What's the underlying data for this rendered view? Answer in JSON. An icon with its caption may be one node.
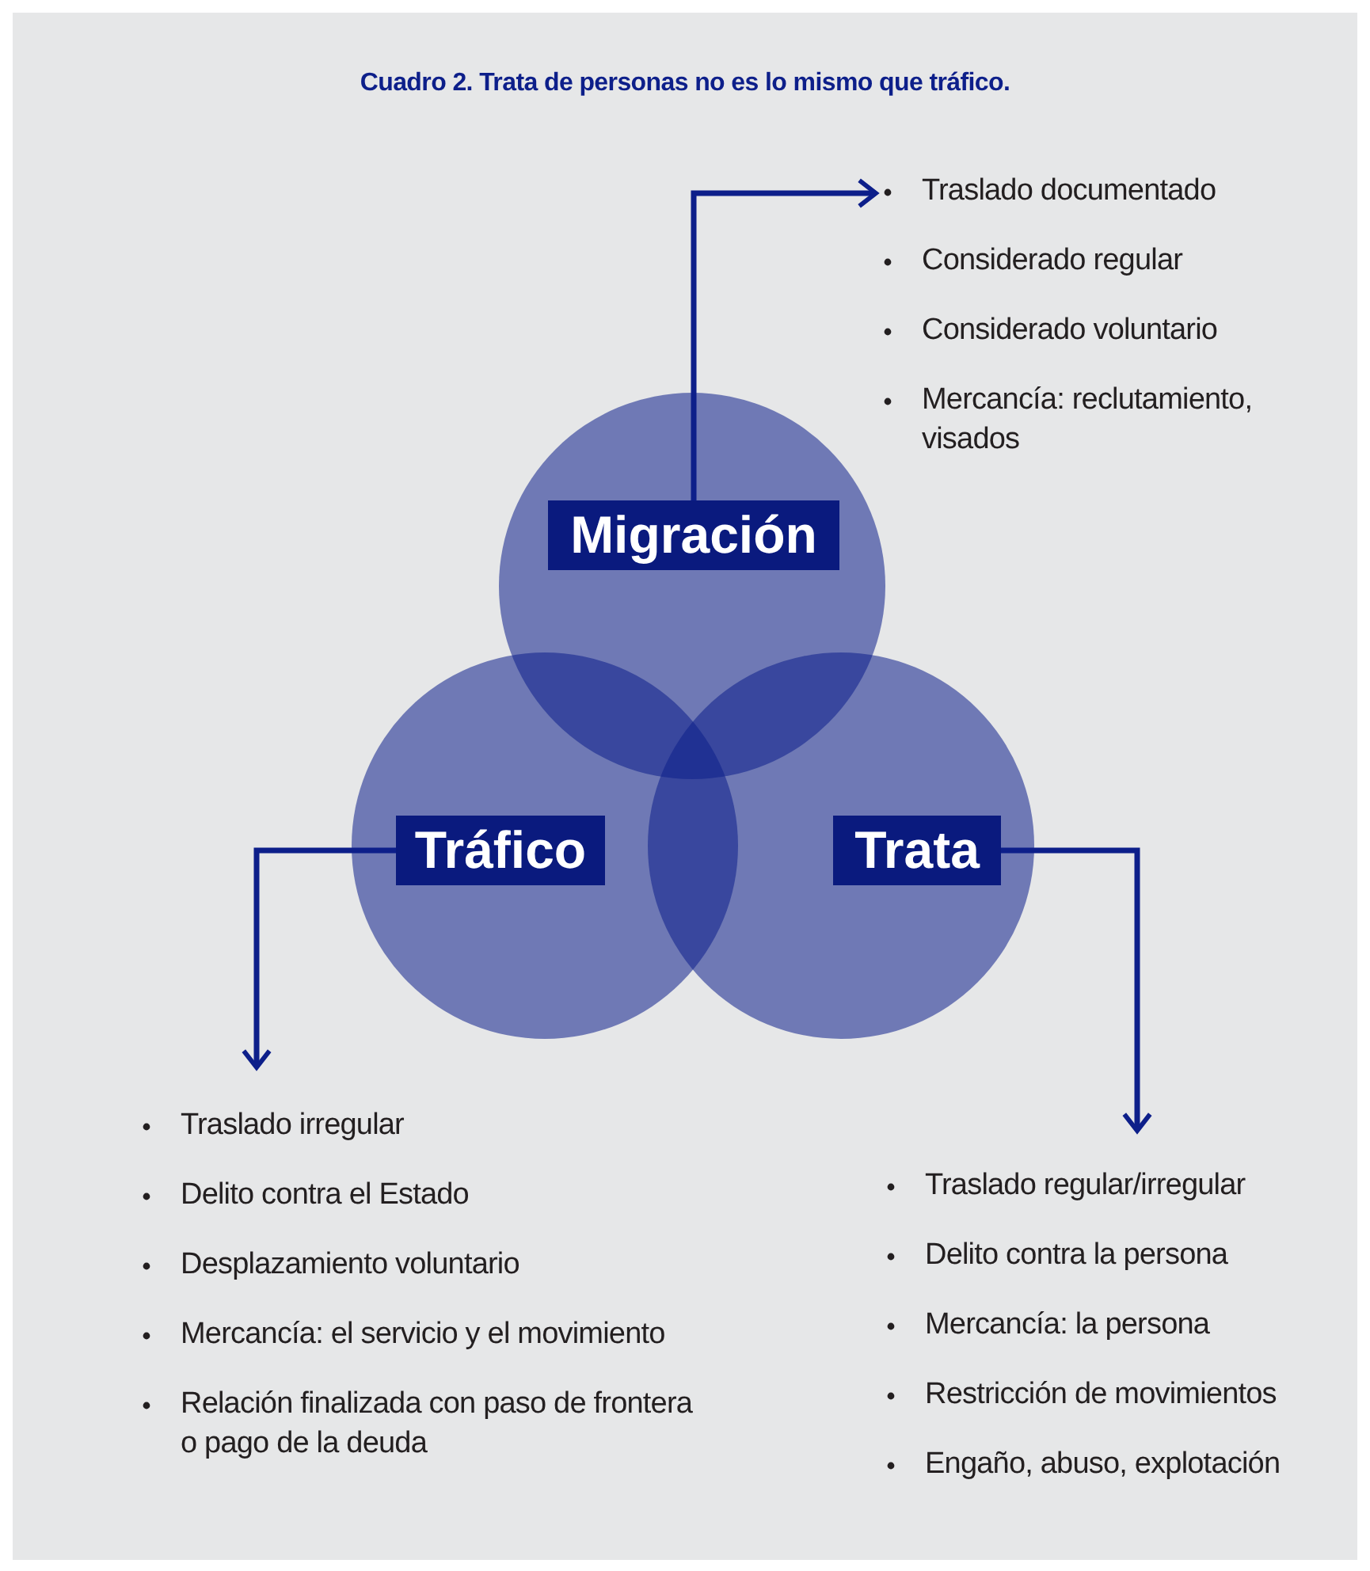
{
  "diagram": {
    "title": "Cuadro 2. Trata de personas no es lo mismo que tráfico.",
    "nodes": [
      {
        "text": [
          "Migración"
        ]
      },
      {
        "text": [
          "Tráfico"
        ]
      },
      {
        "text": [
          "Trata"
        ]
      },
      {
        "text": [
          "Traslado documentado",
          "Considerado regular",
          "Considerado voluntario",
          "Mercancía: reclutamiento, visados"
        ]
      },
      {
        "text": [
          "Traslado irregular",
          "Delito contra el Estado",
          "Desplazamiento voluntario",
          "Mercancía: el servicio y el movimiento",
          "Relación finalizada con paso de frontera o pago de la deuda"
        ]
      },
      {
        "text": [
          "Traslado regular/irregular",
          "Delito contra la persona",
          "Mercancía: la persona",
          "Restricción de movimientos",
          "Engaño, abuso, explotación"
        ]
      }
    ],
    "edges": [
      {
        "from": 0,
        "to": 3,
        "arrow": "to"
      },
      {
        "from": 1,
        "to": 4,
        "arrow": "to"
      },
      {
        "from": 2,
        "to": 5,
        "arrow": "to"
      }
    ]
  }
}
